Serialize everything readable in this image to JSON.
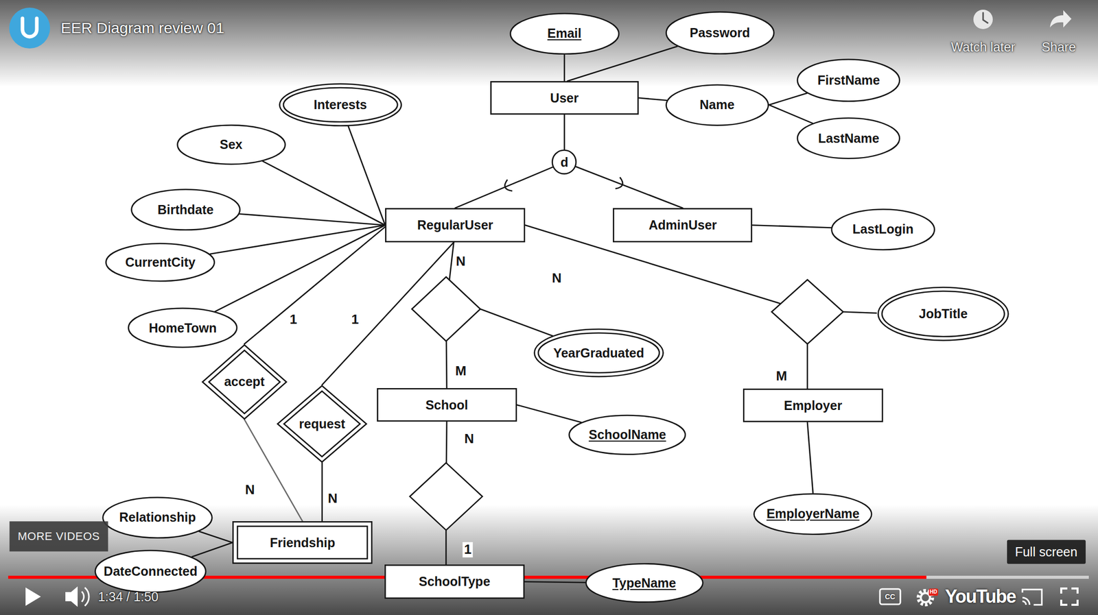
{
  "diagram": {
    "title": "EER Diagram review 01",
    "nodes": [
      {
        "text": [
          "Email"
        ]
      },
      {
        "text": [
          "Password"
        ]
      },
      {
        "text": [
          "User"
        ]
      },
      {
        "text": [
          "Interests"
        ]
      },
      {
        "text": [
          "Name"
        ]
      },
      {
        "text": [
          "FirstName"
        ]
      },
      {
        "text": [
          "LastName"
        ]
      },
      {
        "text": [
          "Sex"
        ]
      },
      {
        "text": [
          "d"
        ]
      },
      {
        "text": [
          "Birthdate"
        ]
      },
      {
        "text": [
          "RegularUser"
        ]
      },
      {
        "text": [
          "AdminUser"
        ]
      },
      {
        "text": [
          "LastLogin"
        ]
      },
      {
        "text": [
          "CurrentCity"
        ]
      },
      {
        "text": [
          "HomeTown"
        ]
      },
      {
        "text": [
          "YearGraduated"
        ]
      },
      {
        "text": [
          "JobTitle"
        ]
      },
      {
        "text": [
          "accept"
        ]
      },
      {
        "text": [
          "School"
        ]
      },
      {
        "text": [
          "Employer"
        ]
      },
      {
        "text": [
          "request"
        ]
      },
      {
        "text": [
          "SchoolName"
        ]
      },
      {
        "text": [
          "EmployerName"
        ]
      },
      {
        "text": [
          "Relationship"
        ]
      },
      {
        "text": [
          "Friendship"
        ]
      },
      {
        "text": [
          "DateConnected"
        ]
      },
      {
        "text": [
          "SchoolType"
        ]
      },
      {
        "text": [
          "TypeName"
        ]
      }
    ],
    "edges": [
      {
        "from": 2,
        "to": 0,
        "arrow": "none"
      },
      {
        "from": 2,
        "to": 1,
        "arrow": "none"
      },
      {
        "from": 2,
        "to": 4,
        "arrow": "none"
      },
      {
        "from": 4,
        "to": 5,
        "arrow": "none"
      },
      {
        "from": 4,
        "to": 6,
        "arrow": "none"
      },
      {
        "from": 2,
        "to": 8,
        "arrow": "none"
      },
      {
        "from": 8,
        "to": 10,
        "arrow": "none"
      },
      {
        "from": 8,
        "to": 11,
        "arrow": "none"
      },
      {
        "from": 10,
        "to": 3,
        "arrow": "none"
      },
      {
        "from": 10,
        "to": 7,
        "arrow": "none"
      },
      {
        "from": 10,
        "to": 9,
        "arrow": "none"
      },
      {
        "from": 10,
        "to": 13,
        "arrow": "none"
      },
      {
        "from": 10,
        "to": 14,
        "arrow": "none"
      },
      {
        "from": 11,
        "to": 12,
        "arrow": "none"
      },
      {
        "from": 10,
        "to": 18,
        "arrow": "none"
      },
      {
        "from": 10,
        "to": 19,
        "arrow": "none"
      },
      {
        "from": 10,
        "to": 17,
        "arrow": "none"
      },
      {
        "from": 17,
        "to": 24,
        "arrow": "none"
      },
      {
        "from": 10,
        "to": 20,
        "arrow": "none"
      },
      {
        "from": 20,
        "to": 24,
        "arrow": "none"
      },
      {
        "from": 18,
        "to": 21,
        "arrow": "none"
      },
      {
        "from": 18,
        "to": 26,
        "arrow": "none"
      },
      {
        "from": 19,
        "to": 22,
        "arrow": "none"
      },
      {
        "from": 24,
        "to": 23,
        "arrow": "none"
      },
      {
        "from": 24,
        "to": 25,
        "arrow": "none"
      },
      {
        "from": 26,
        "to": 27,
        "arrow": "none"
      }
    ],
    "labels": [
      "Watch later",
      "Share",
      "1",
      "1",
      "N",
      "N",
      "M",
      "M",
      "N",
      "N",
      "N",
      "1",
      "MORE VIDEOS",
      "Full screen",
      "1:34 / 1:50",
      "CC",
      "HD",
      "YouTube"
    ]
  }
}
